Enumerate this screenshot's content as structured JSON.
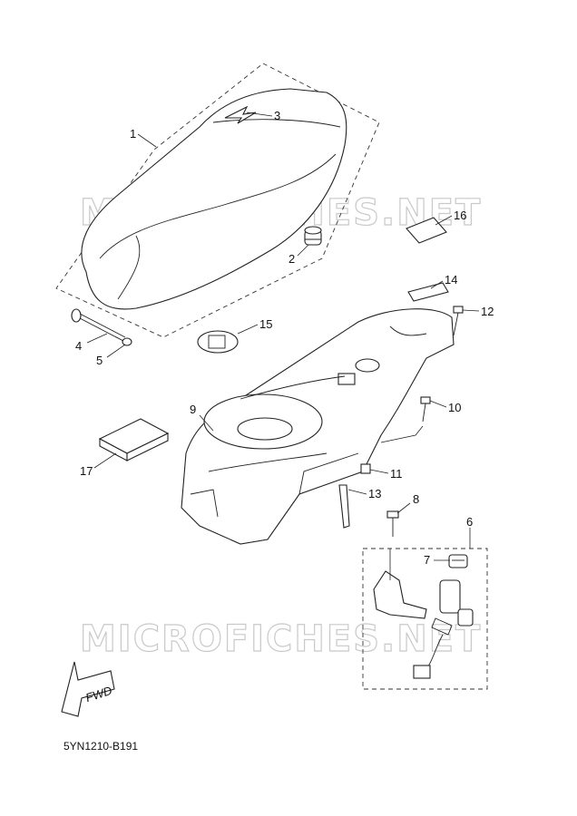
{
  "watermark": "MICROFICHES.NET",
  "callouts": [
    "1",
    "2",
    "3",
    "4",
    "5",
    "6",
    "7",
    "8",
    "9",
    "10",
    "11",
    "12",
    "13",
    "14",
    "15",
    "16",
    "17"
  ],
  "fwd_label": "FWD",
  "diagram_code": "5YN1210-B191"
}
